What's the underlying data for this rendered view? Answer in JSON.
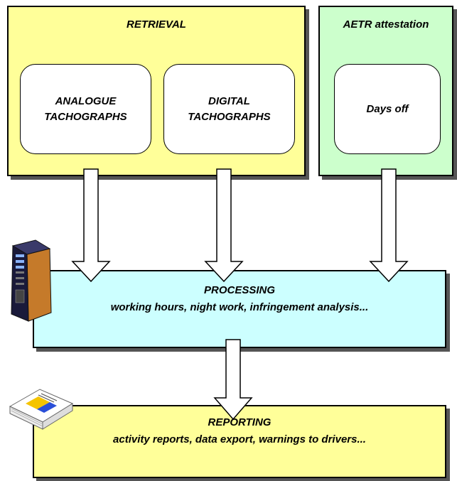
{
  "retrieval": {
    "title": "RETRIEVAL",
    "analogue_line1": "ANALOGUE",
    "analogue_line2": "TACHOGRAPHS",
    "digital_line1": "DIGITAL",
    "digital_line2": "TACHOGRAPHS"
  },
  "aetr": {
    "title": "AETR attestation",
    "days_off": "Days off"
  },
  "processing": {
    "title": "PROCESSING",
    "subtitle": "working hours, night work, infringement analysis..."
  },
  "reporting": {
    "title": "REPORTING",
    "subtitle": "activity reports, data export, warnings to drivers..."
  },
  "icons": [
    "server-tower-icon",
    "document-stack-icon"
  ],
  "colors": {
    "retrieval_fill": "#ffff99",
    "aetr_fill": "#ccffcc",
    "processing_fill": "#ccffff",
    "reporting_fill": "#ffff99"
  }
}
